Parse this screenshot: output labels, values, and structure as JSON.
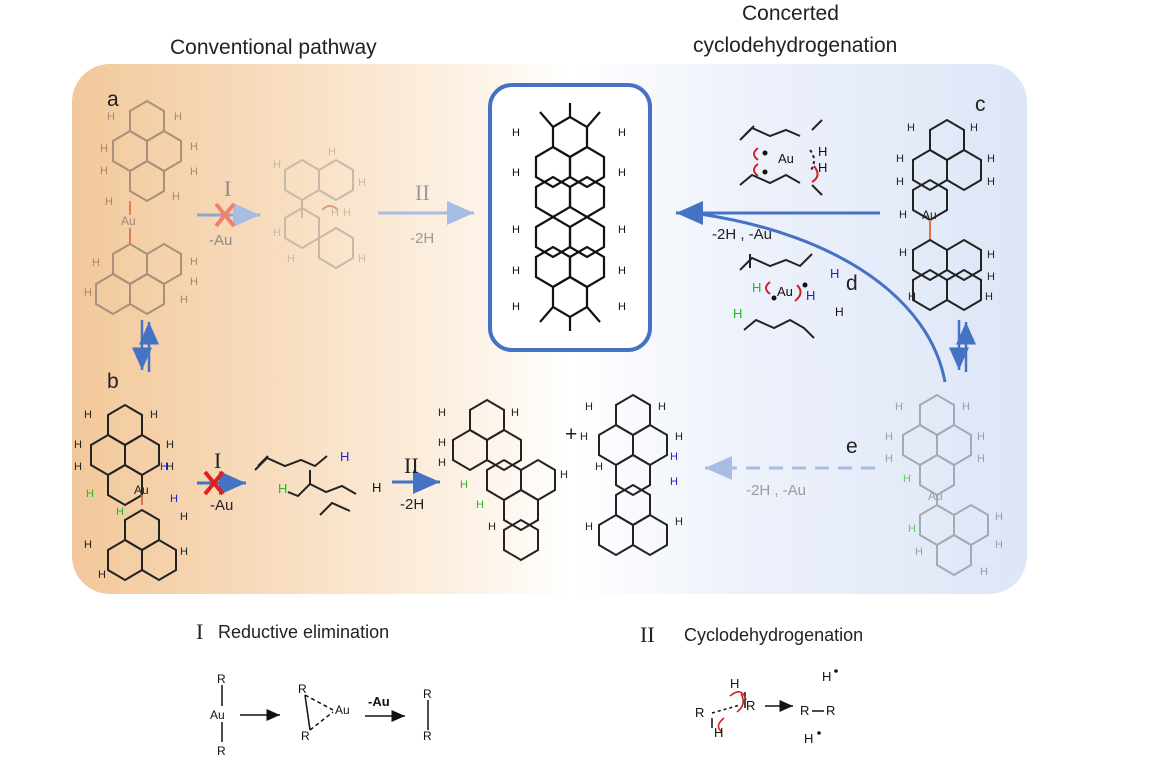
{
  "titles": {
    "conventional": "Conventional pathway",
    "concerted_line1": "Concerted",
    "concerted_line2": "cyclodehydrogenation"
  },
  "panel_labels": {
    "a": "a",
    "b": "b",
    "c": "c",
    "d": "d",
    "e": "e"
  },
  "arrows": {
    "step1_a": "I",
    "minus_au_a": "-Au",
    "step2_a": "II",
    "minus_2h_a": "-2H",
    "step1_b": "I",
    "minus_au_b": "-Au",
    "step2_b": "II",
    "minus_2h_b": "-2H",
    "concerted_label": "-2H , -Au",
    "dashed_label": "-2H , -Au",
    "plus": "+"
  },
  "atoms": {
    "au": "Au",
    "h": "H",
    "r": "R"
  },
  "legend": {
    "roman1": "I",
    "text1": "Reductive elimination",
    "roman2": "II",
    "text2": "Cyclodehydrogenation",
    "minus_au": "-Au"
  },
  "colors": {
    "left_panel": "#f2c89a",
    "right_panel": "#dde6f7",
    "product_border": "#4472c4",
    "arrow_blue": "#4472c4",
    "cross_red": "#e02020",
    "h_green": "#22bb22",
    "h_blue": "#2222cc",
    "curly_red": "#cc2222"
  }
}
